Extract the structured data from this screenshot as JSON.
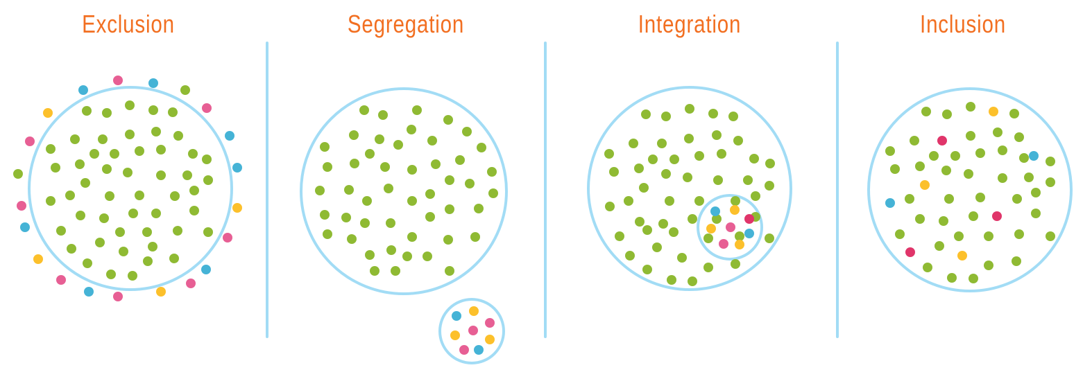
{
  "panels": [
    {
      "title": "Exclusion"
    },
    {
      "title": "Segregation"
    },
    {
      "title": "Integration"
    },
    {
      "title": "Inclusion"
    }
  ],
  "colors": {
    "title": "#f26f21",
    "circle": "#a2dcf5",
    "majority": "#8fba33",
    "pink": "#e75f94",
    "blue": "#45b3d6",
    "yellow": "#fcc02b",
    "red": "#e0356a"
  }
}
